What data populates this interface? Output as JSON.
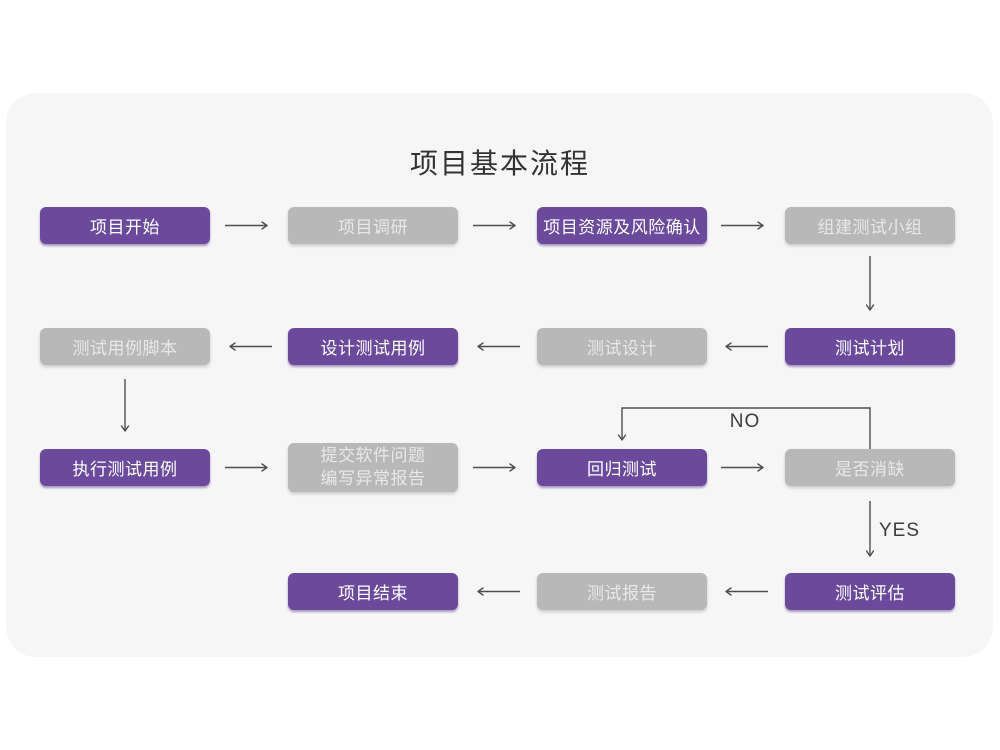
{
  "title": "项目基本流程",
  "colors": {
    "accent_purple": "#6b4a9b",
    "inactive_gray": "#b8b8b8",
    "card_background": "#f6f6f6",
    "arrow": "#4f4f4f",
    "title_text": "#333333"
  },
  "flowchart": {
    "nodes": [
      {
        "label": "项目开始",
        "type": "purple"
      },
      {
        "label": "项目调研",
        "type": "gray"
      },
      {
        "label": "项目资源及风险确认",
        "type": "purple"
      },
      {
        "label": "组建测试小组",
        "type": "gray"
      },
      {
        "label": "测试用例脚本",
        "type": "gray"
      },
      {
        "label": "设计测试用例",
        "type": "purple"
      },
      {
        "label": "测试设计",
        "type": "gray"
      },
      {
        "label": "测试计划",
        "type": "purple"
      },
      {
        "label": "执行测试用例",
        "type": "purple"
      },
      {
        "line1": "提交软件问题",
        "line2": "编写异常报告",
        "type": "gray"
      },
      {
        "label": "回归测试",
        "type": "purple"
      },
      {
        "label": "是否消缺",
        "type": "gray"
      },
      {
        "label": "项目结束",
        "type": "purple"
      },
      {
        "label": "测试报告",
        "type": "gray"
      },
      {
        "label": "测试评估",
        "type": "purple"
      }
    ],
    "edge_labels": {
      "no": "NO",
      "yes": "YES"
    },
    "edges": [
      {
        "from": "项目开始",
        "to": "项目调研"
      },
      {
        "from": "项目调研",
        "to": "项目资源及风险确认"
      },
      {
        "from": "项目资源及风险确认",
        "to": "组建测试小组"
      },
      {
        "from": "组建测试小组",
        "to": "测试计划"
      },
      {
        "from": "测试计划",
        "to": "测试设计"
      },
      {
        "from": "测试设计",
        "to": "设计测试用例"
      },
      {
        "from": "设计测试用例",
        "to": "测试用例脚本"
      },
      {
        "from": "测试用例脚本",
        "to": "执行测试用例"
      },
      {
        "from": "执行测试用例",
        "to": "提交软件问题 编写异常报告"
      },
      {
        "from": "提交软件问题 编写异常报告",
        "to": "回归测试"
      },
      {
        "from": "回归测试",
        "to": "是否消缺"
      },
      {
        "from": "是否消缺",
        "to": "回归测试",
        "label": "NO"
      },
      {
        "from": "是否消缺",
        "to": "测试评估",
        "label": "YES"
      },
      {
        "from": "测试评估",
        "to": "测试报告"
      },
      {
        "from": "测试报告",
        "to": "项目结束"
      }
    ]
  }
}
